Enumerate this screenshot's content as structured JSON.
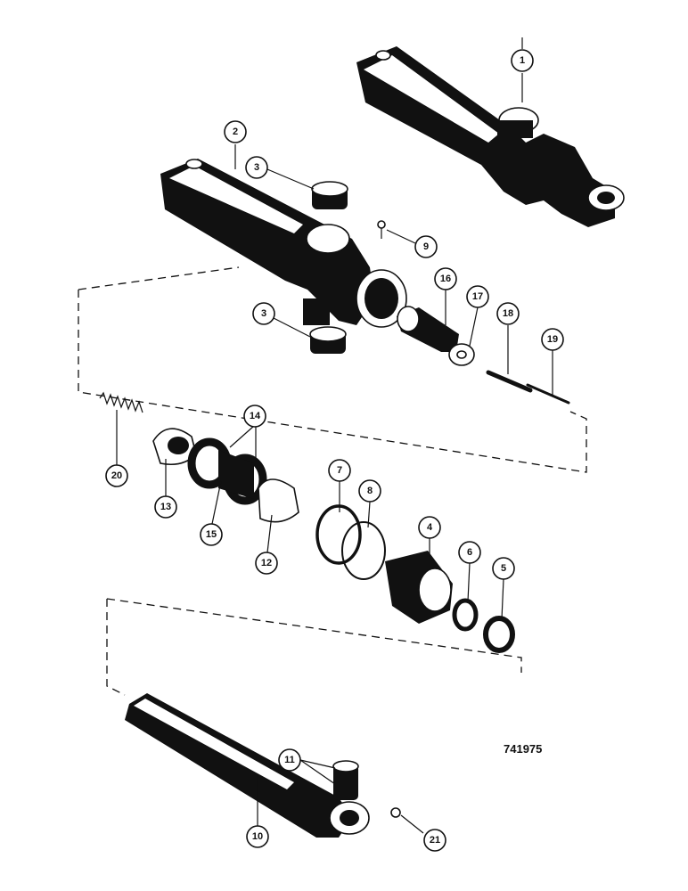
{
  "figure_number": "741975",
  "callouts": {
    "c1": "1",
    "c2": "2",
    "c3a": "3",
    "c3b": "3",
    "c4": "4",
    "c5": "5",
    "c6": "6",
    "c7": "7",
    "c8": "8",
    "c9": "9",
    "c10": "10",
    "c11": "11",
    "c12": "12",
    "c13": "13",
    "c14": "14",
    "c15": "15",
    "c16": "16",
    "c17": "17",
    "c18": "18",
    "c19": "19",
    "c20": "20",
    "c21": "21"
  }
}
